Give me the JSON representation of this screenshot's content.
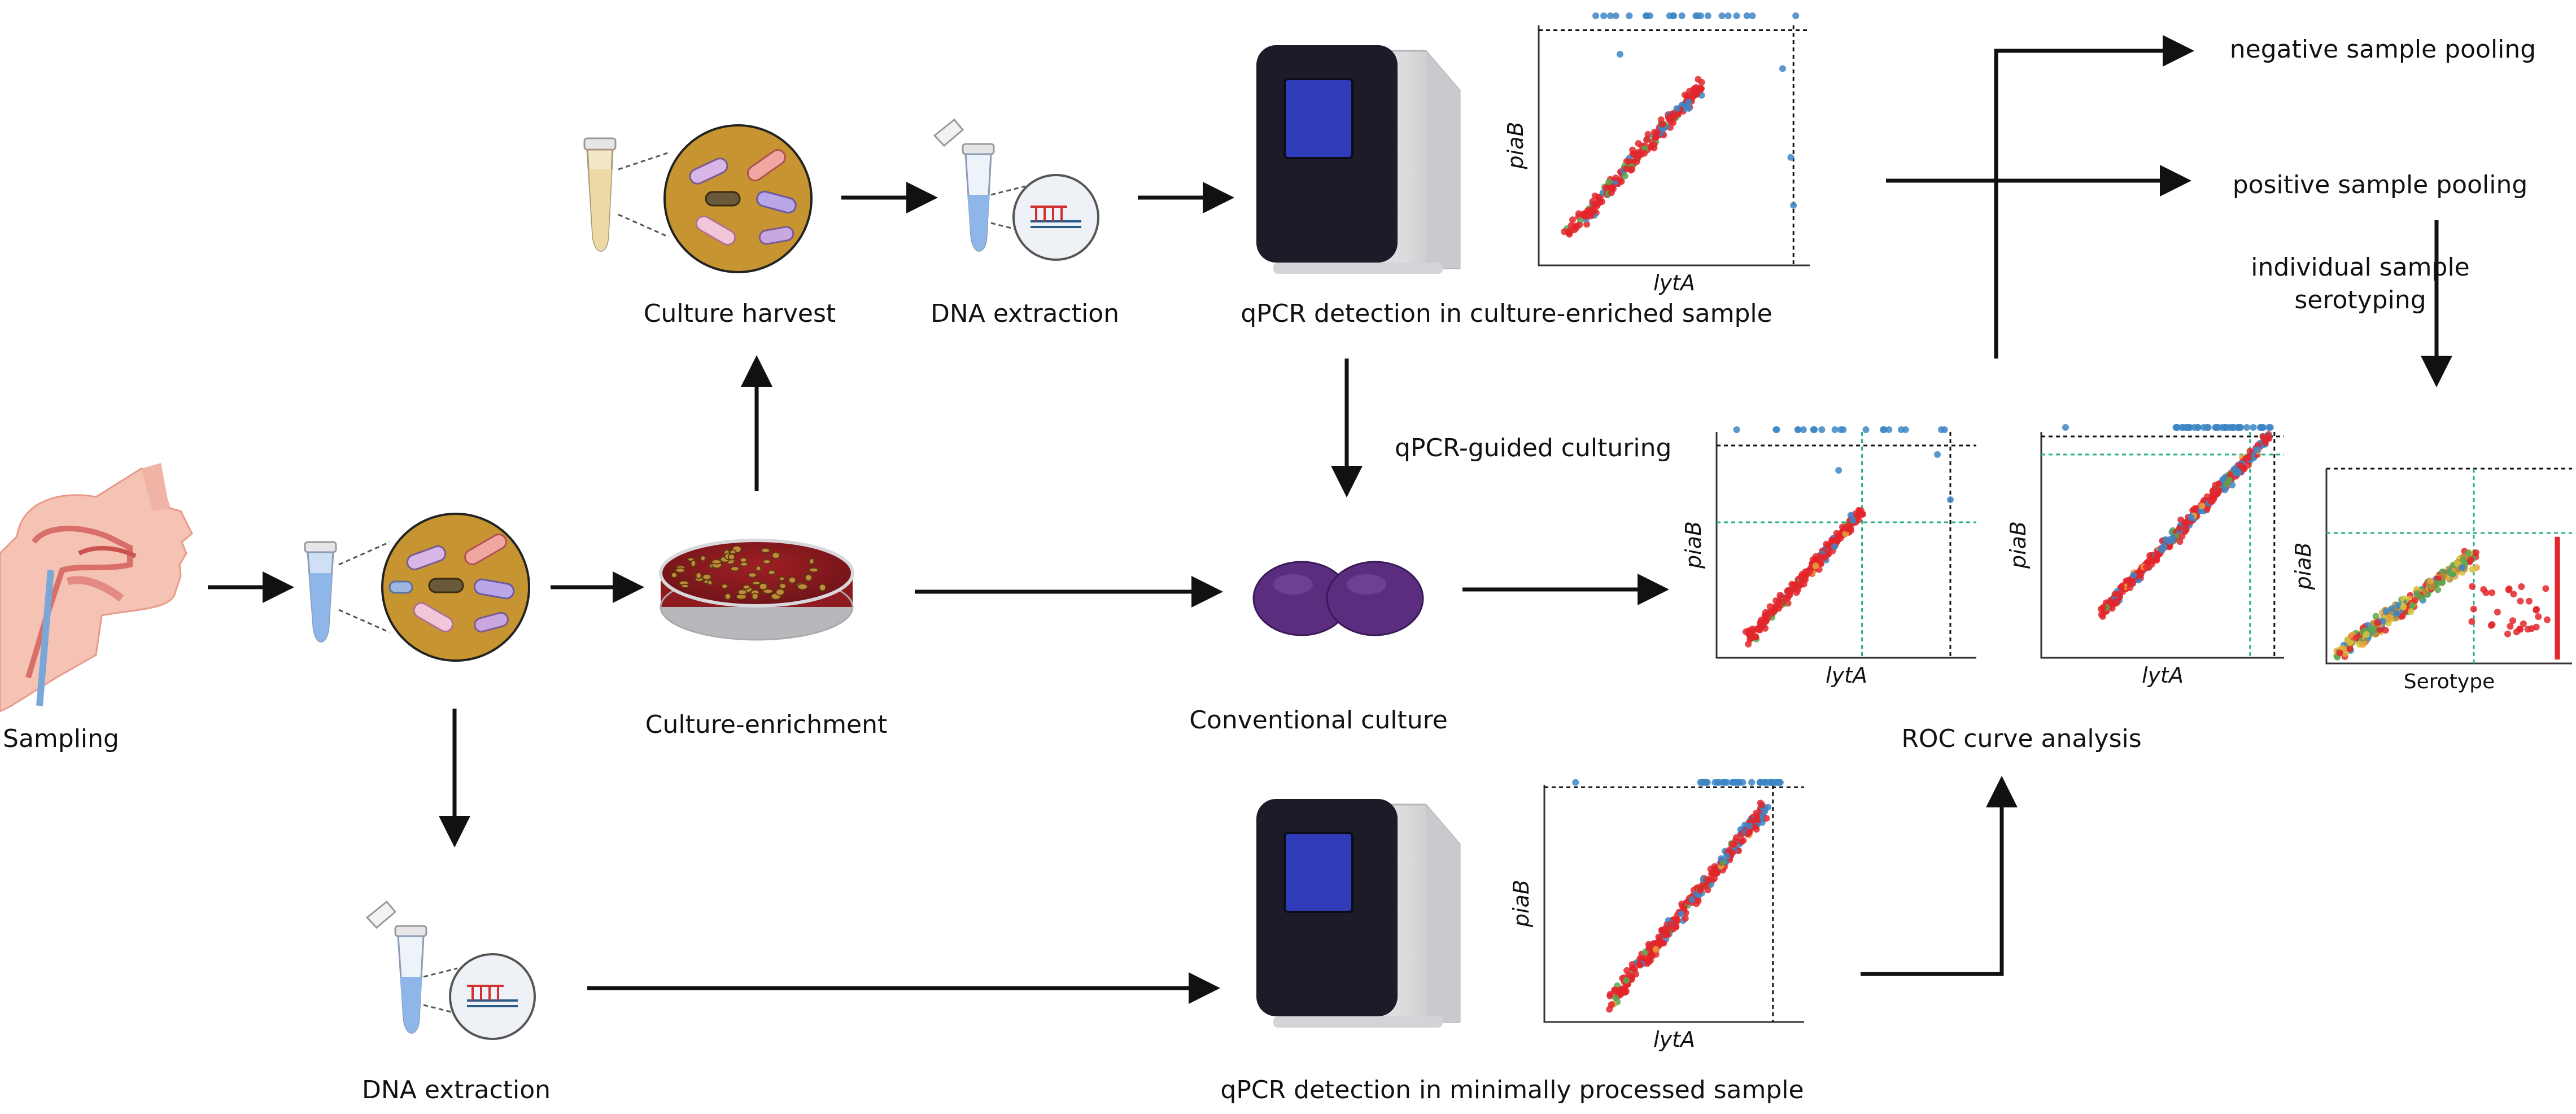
{
  "labels": {
    "sampling": "Sampling",
    "culture_enrichment": "Culture-enrichment",
    "culture_harvest": "Culture harvest",
    "dna_extraction_top": "DNA extraction",
    "dna_extraction_bottom": "DNA extraction",
    "qpcr_culture_enriched": "qPCR detection in culture-enriched sample",
    "qpcr_minimally_processed": "qPCR detection in minimally processed sample",
    "qpcr_guided_culturing": "qPCR-guided culturing",
    "conventional_culture": "Conventional culture",
    "roc_curve_analysis": "ROC curve analysis",
    "negative_sample_pooling": "negative sample pooling",
    "positive_sample_pooling": "positive sample pooling",
    "individual_serotyping_line1": "individual sample",
    "individual_serotyping_line2": "serotyping"
  },
  "axes": {
    "piaB": "piaB",
    "lytA": "lytA",
    "serotype": "Serotype"
  },
  "colors": {
    "red": "#e3262b",
    "blue": "#3d86c6",
    "green": "#59a84f",
    "orange": "#e8a33a",
    "yellow": "#d9c23a",
    "agar": "#8e1b1f",
    "bacteria_bg": "#c69430",
    "diplococcus": "#5a2d7e",
    "screen": "#2f3bb8",
    "tube_blue": "#8fb6e8",
    "tube_yellow": "#ecd9a6",
    "threshold_green": "#27b08a"
  }
}
